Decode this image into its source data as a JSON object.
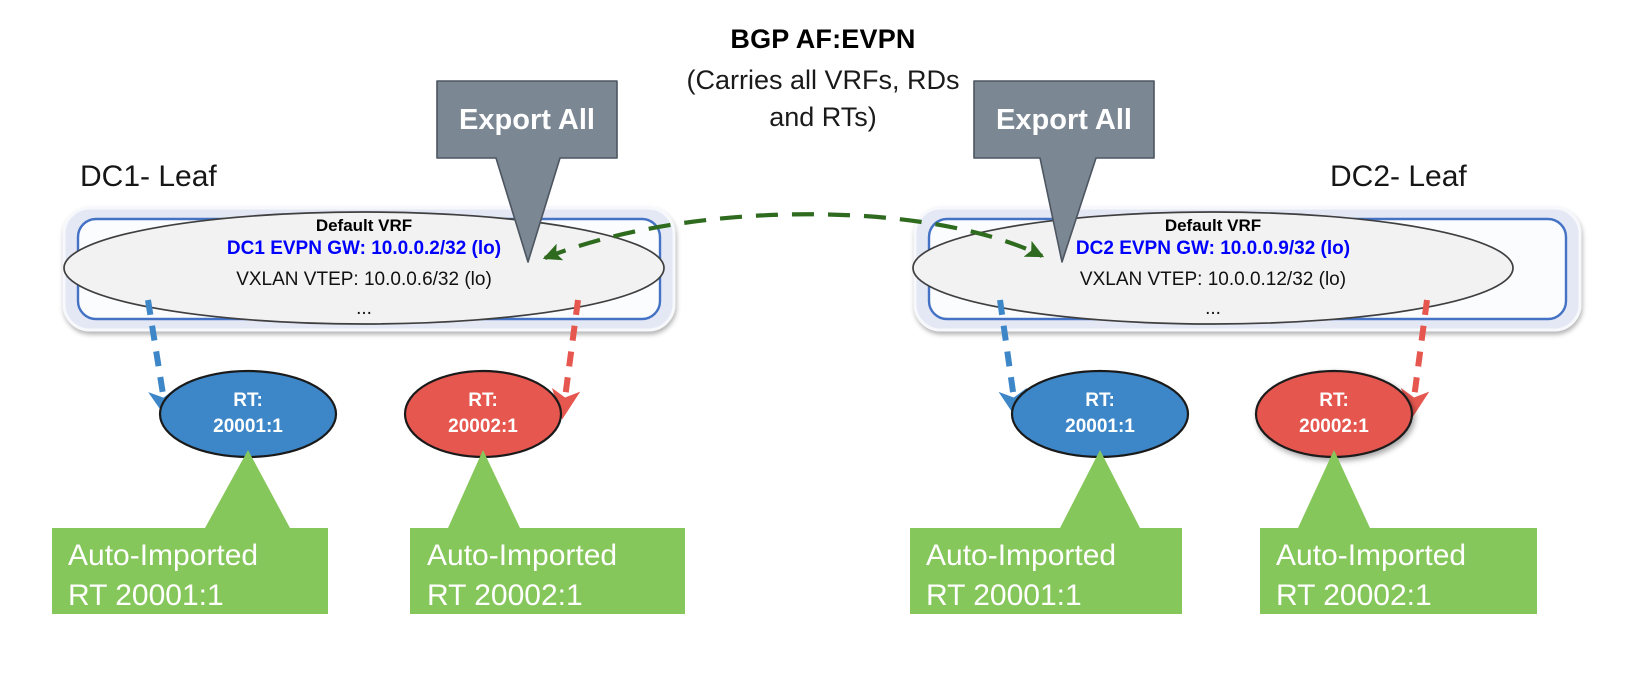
{
  "title": {
    "main": "BGP AF:EVPN",
    "sub_line1": "(Carries all VRFs, RDs",
    "sub_line2": "and RTs)"
  },
  "colors": {
    "callout_gray": "#7b8793",
    "leaf_box_fill": "#e4e7f4",
    "leaf_box_border": "#ffffff",
    "leaf_inner_border": "#4472c4",
    "vrf_ellipse_fill": "#f2f2f2",
    "vrf_ellipse_stroke": "#3f3f3f",
    "gw_text_blue": "#0000ff",
    "rt_blue": "#3d87c8",
    "rt_red": "#e5574f",
    "green_box": "#86c75b",
    "arrow_blue": "#3d87c8",
    "arrow_red": "#e5574f",
    "bgp_arrow_green": "#2f6b1f"
  },
  "callouts": [
    {
      "name": "export-all-left",
      "label": "Export All"
    },
    {
      "name": "export-all-right",
      "label": "Export All"
    }
  ],
  "leafs": [
    {
      "id": "dc1",
      "label": "DC1- Leaf",
      "vrf_title": "Default VRF",
      "gw": "DC1 EVPN GW: 10.0.0.2/32 (lo)",
      "vtep": "VXLAN VTEP: 10.0.0.6/32 (lo)",
      "dots": "...",
      "route_targets": [
        {
          "color": "blue",
          "line1": "RT:",
          "line2": "20001:1"
        },
        {
          "color": "red",
          "line1": "RT:",
          "line2": "20002:1"
        }
      ],
      "imports": [
        {
          "line1": "Auto-Imported",
          "line2": "RT 20001:1"
        },
        {
          "line1": "Auto-Imported",
          "line2": "RT 20002:1"
        }
      ]
    },
    {
      "id": "dc2",
      "label": "DC2- Leaf",
      "vrf_title": "Default VRF",
      "gw": "DC2 EVPN GW: 10.0.0.9/32 (lo)",
      "vtep": "VXLAN VTEP: 10.0.0.12/32 (lo)",
      "dots": "...",
      "route_targets": [
        {
          "color": "blue",
          "line1": "RT:",
          "line2": "20001:1"
        },
        {
          "color": "red",
          "line1": "RT:",
          "line2": "20002:1"
        }
      ],
      "imports": [
        {
          "line1": "Auto-Imported",
          "line2": "RT 20001:1"
        },
        {
          "line1": "Auto-Imported",
          "line2": "RT 20002:1"
        }
      ]
    }
  ]
}
